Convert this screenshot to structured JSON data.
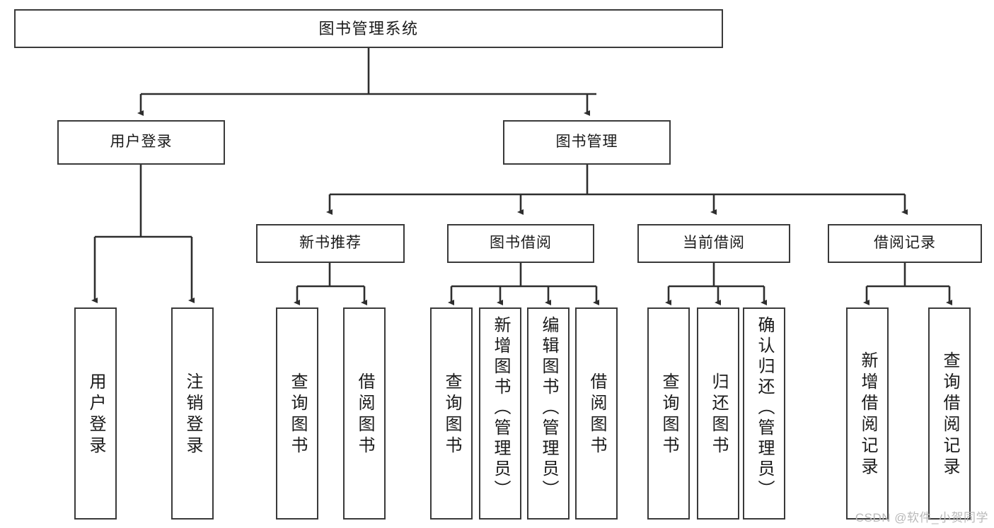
{
  "diagram": {
    "title": "图书管理系统",
    "type": "tree-hierarchy-diagram",
    "watermark": "CSDN @软件_小贺同学",
    "colors": {
      "background": "#ffffff",
      "node_border": "#3a3a3a",
      "node_fill": "#ffffff",
      "edge": "#2e2e2e",
      "text": "#1a1a1a",
      "watermark": "#b9b9b9"
    },
    "levels": {
      "level1": "系统",
      "level2": "模块",
      "level3": "子模块",
      "level4": "功能"
    },
    "nodes": {
      "root": {
        "id": "root",
        "label": "图书管理系统",
        "level": 1
      },
      "level2": [
        {
          "id": "user-login",
          "label": "用户登录",
          "level": 2
        },
        {
          "id": "book-manage",
          "label": "图书管理",
          "level": 2
        }
      ],
      "level3": [
        {
          "id": "new-book-rec",
          "label": "新书推荐",
          "level": 3,
          "parent": "book-manage"
        },
        {
          "id": "book-borrow",
          "label": "图书借阅",
          "level": 3,
          "parent": "book-manage"
        },
        {
          "id": "current-borrow",
          "label": "当前借阅",
          "level": 3,
          "parent": "book-manage"
        },
        {
          "id": "borrow-record",
          "label": "借阅记录",
          "level": 3,
          "parent": "book-manage"
        }
      ],
      "leaves": [
        {
          "id": "leaf-user-login",
          "label": "用户登录",
          "parent": "user-login"
        },
        {
          "id": "leaf-logout",
          "label": "注销登录",
          "parent": "user-login"
        },
        {
          "id": "leaf-query-book-1",
          "label": "查询图书",
          "parent": "new-book-rec"
        },
        {
          "id": "leaf-borrow-book-1",
          "label": "借阅图书",
          "parent": "new-book-rec"
        },
        {
          "id": "leaf-query-book-2",
          "label": "查询图书",
          "parent": "book-borrow"
        },
        {
          "id": "leaf-add-book",
          "label": "新增图书（管理员）",
          "parent": "book-borrow"
        },
        {
          "id": "leaf-edit-book",
          "label": "编辑图书（管理员）",
          "parent": "book-borrow"
        },
        {
          "id": "leaf-borrow-book-2",
          "label": "借阅图书",
          "parent": "book-borrow"
        },
        {
          "id": "leaf-query-book-3",
          "label": "查询图书",
          "parent": "current-borrow"
        },
        {
          "id": "leaf-return-book",
          "label": "归还图书",
          "parent": "current-borrow"
        },
        {
          "id": "leaf-confirm-return",
          "label": "确认归还（管理员）",
          "parent": "current-borrow"
        },
        {
          "id": "leaf-add-record",
          "label": "新增借阅记录",
          "parent": "borrow-record"
        },
        {
          "id": "leaf-query-record",
          "label": "查询借阅记录",
          "parent": "borrow-record"
        }
      ]
    }
  }
}
